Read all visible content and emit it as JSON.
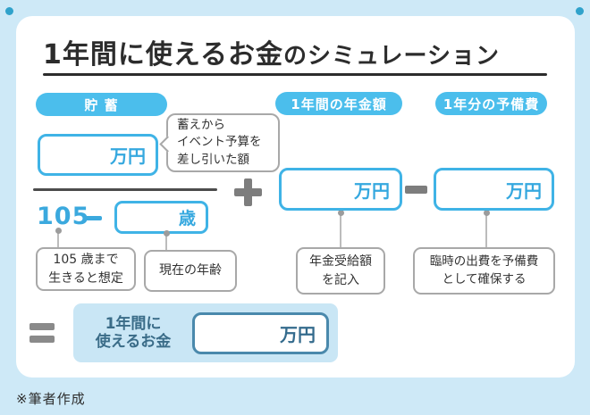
{
  "title": {
    "main": "1年間に使えるお金",
    "suffix": "のシミュレーション"
  },
  "pills": {
    "savings": "貯 蓄",
    "pension": "1年間の年金額",
    "reserve": "1年分の予備費"
  },
  "units": {
    "man_yen": "万円",
    "age": "歳"
  },
  "savings": {
    "bubble_lines": [
      "蓄えから",
      "イベント予算を",
      "差し引いた額"
    ],
    "life_expectancy": "105",
    "note_life_lines": [
      "105 歳まで",
      "生きると想定"
    ],
    "note_age": "現在の年齢"
  },
  "pension": {
    "note_lines": [
      "年金受給額",
      "を記入"
    ]
  },
  "reserve": {
    "note_lines": [
      "臨時の出費を予備費",
      "として確保する"
    ]
  },
  "operators": {
    "plus": "＋",
    "minus": "−",
    "equals": "＝"
  },
  "result": {
    "label_lines": [
      "1年間に",
      "使えるお金"
    ],
    "unit": "万円"
  },
  "footer": {
    "note": "※筆者作成"
  },
  "colors": {
    "sky_border": "#3fb3e6",
    "sky_text": "#35a8df",
    "pill_bg": "#4bbeec",
    "page_bg": "#cee9f7",
    "operator_gray": "#7d7d7d",
    "result_border": "#4a89ac",
    "result_text": "#346b8d",
    "result_bg": "#c9e6f5",
    "title_ink": "#2c2c2c"
  }
}
